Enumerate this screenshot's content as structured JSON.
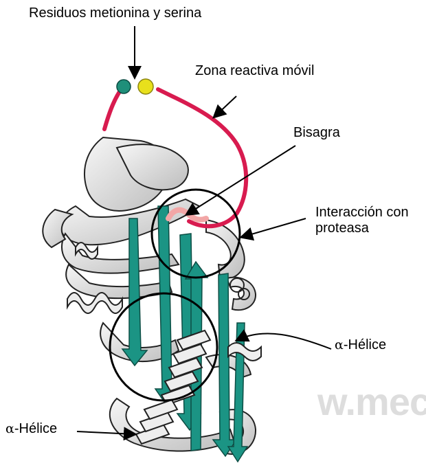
{
  "labels": {
    "residues": "Residuos metionina y serina",
    "reactive_zone": "Zona reactiva móvil",
    "hinge": "Bisagra",
    "protease_interaction_line1": "Interacción con",
    "protease_interaction_line2": "proteasa",
    "alpha_prefix": "α",
    "helix_suffix": "-Hélice"
  },
  "watermark": "w.mec",
  "colors": {
    "reactive_loop": "#d81b4f",
    "hinge": "#f2a6a6",
    "beta_strand": "#1b9484",
    "ribbon": "#e6e6e6",
    "ribbon_outline": "#222222",
    "methionine_sphere": "#1f8f7a",
    "serine_sphere": "#e8e01c"
  }
}
